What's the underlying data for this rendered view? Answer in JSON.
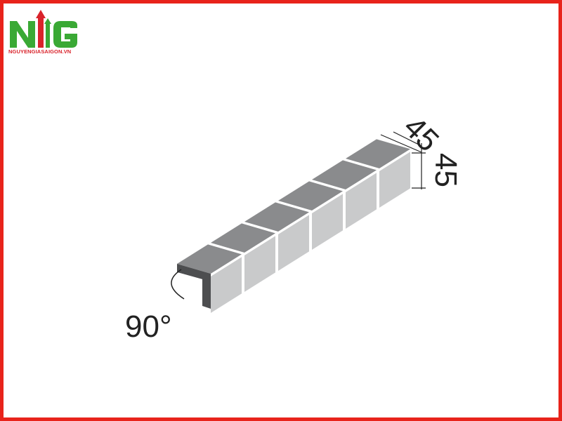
{
  "brand": {
    "logo_letters": "NG",
    "website": "NGUYENGIASAIGON.VN",
    "colors": {
      "green": "#3aa935",
      "red": "#d9232b",
      "frame": "#e8231b"
    }
  },
  "diagram": {
    "dimension_top": "45",
    "dimension_side": "45",
    "angle_label": "90°",
    "tile_count": 6,
    "colors": {
      "top_face": "#8a8b8d",
      "front_face": "#c9cacb",
      "end_face": "#4d4e50",
      "line": "#222222"
    }
  }
}
